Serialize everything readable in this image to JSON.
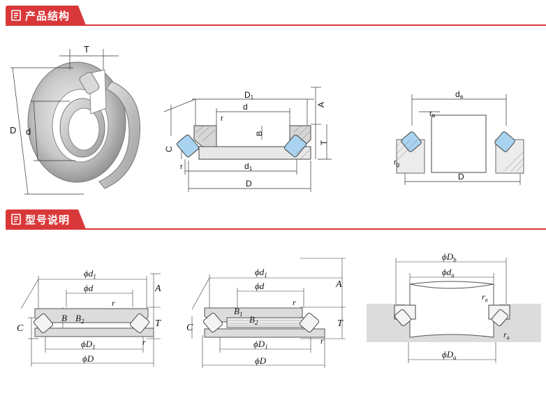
{
  "sections": [
    {
      "title": "产品结构"
    },
    {
      "title": "型号说明"
    }
  ],
  "fig1": {
    "T": "T",
    "D": "D",
    "d": "d"
  },
  "fig2": {
    "D1": "D",
    "D1sub": "1",
    "d": "d",
    "r1": "r",
    "r2": "r",
    "B": "B",
    "A": "A",
    "T": "T",
    "C": "C",
    "d1": "d",
    "d1sub": "1",
    "D": "D"
  },
  "fig3": {
    "da": "d",
    "dasub": "a",
    "ra": "r",
    "rasub": "a",
    "rg": "r",
    "rgsub": "g",
    "D": "D"
  },
  "fig4": {
    "phi_d1": "ϕd",
    "phi_d1_sub": "1",
    "phi_d": "ϕd",
    "r_top": "r",
    "A": "A",
    "B": "B",
    "B2": "B",
    "B2sub": "2",
    "T": "T",
    "C": "C",
    "phi_D1": "ϕD",
    "phi_D1_sub": "1",
    "r_bot": "r",
    "phi_D": "ϕD"
  },
  "fig5": {
    "phi_d1": "ϕd",
    "phi_d1_sub": "1",
    "phi_d": "ϕd",
    "r_top": "r",
    "A": "A",
    "B1": "B",
    "B1sub": "1",
    "B2": "B",
    "B2sub": "2",
    "T": "T",
    "C": "C",
    "phi_D1": "ϕD",
    "phi_D1_sub": "1",
    "r_bot": "r",
    "phi_D": "ϕD"
  },
  "fig6": {
    "phi_Db": "ϕD",
    "phi_Db_sub": "b",
    "phi_da": "ϕd",
    "phi_da_sub": "a",
    "ra_top": "r",
    "ra_top_sub": "a",
    "ra_bot": "r",
    "ra_bot_sub": "a",
    "phi_Da": "ϕD",
    "phi_Da_sub": "a"
  }
}
